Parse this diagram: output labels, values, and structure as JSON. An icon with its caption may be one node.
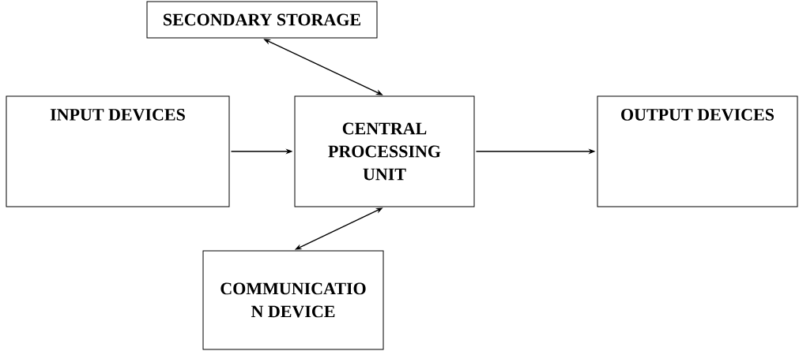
{
  "diagram": {
    "nodes": [
      {
        "text": [
          "SECONDARY STORAGE"
        ]
      },
      {
        "text": [
          "INPUT DEVICES"
        ]
      },
      {
        "text": [
          "CENTRAL PROCESSING UNIT"
        ]
      },
      {
        "text": [
          "OUTPUT DEVICES"
        ]
      },
      {
        "text": [
          "COMMUNICATIO N DEVICE"
        ]
      }
    ],
    "edges": [
      {
        "from": 0,
        "to": 2,
        "arrow": "both"
      },
      {
        "from": 1,
        "to": 2,
        "arrow": "to"
      },
      {
        "from": 2,
        "to": 3,
        "arrow": "to"
      },
      {
        "from": 2,
        "to": 4,
        "arrow": "both"
      }
    ]
  }
}
